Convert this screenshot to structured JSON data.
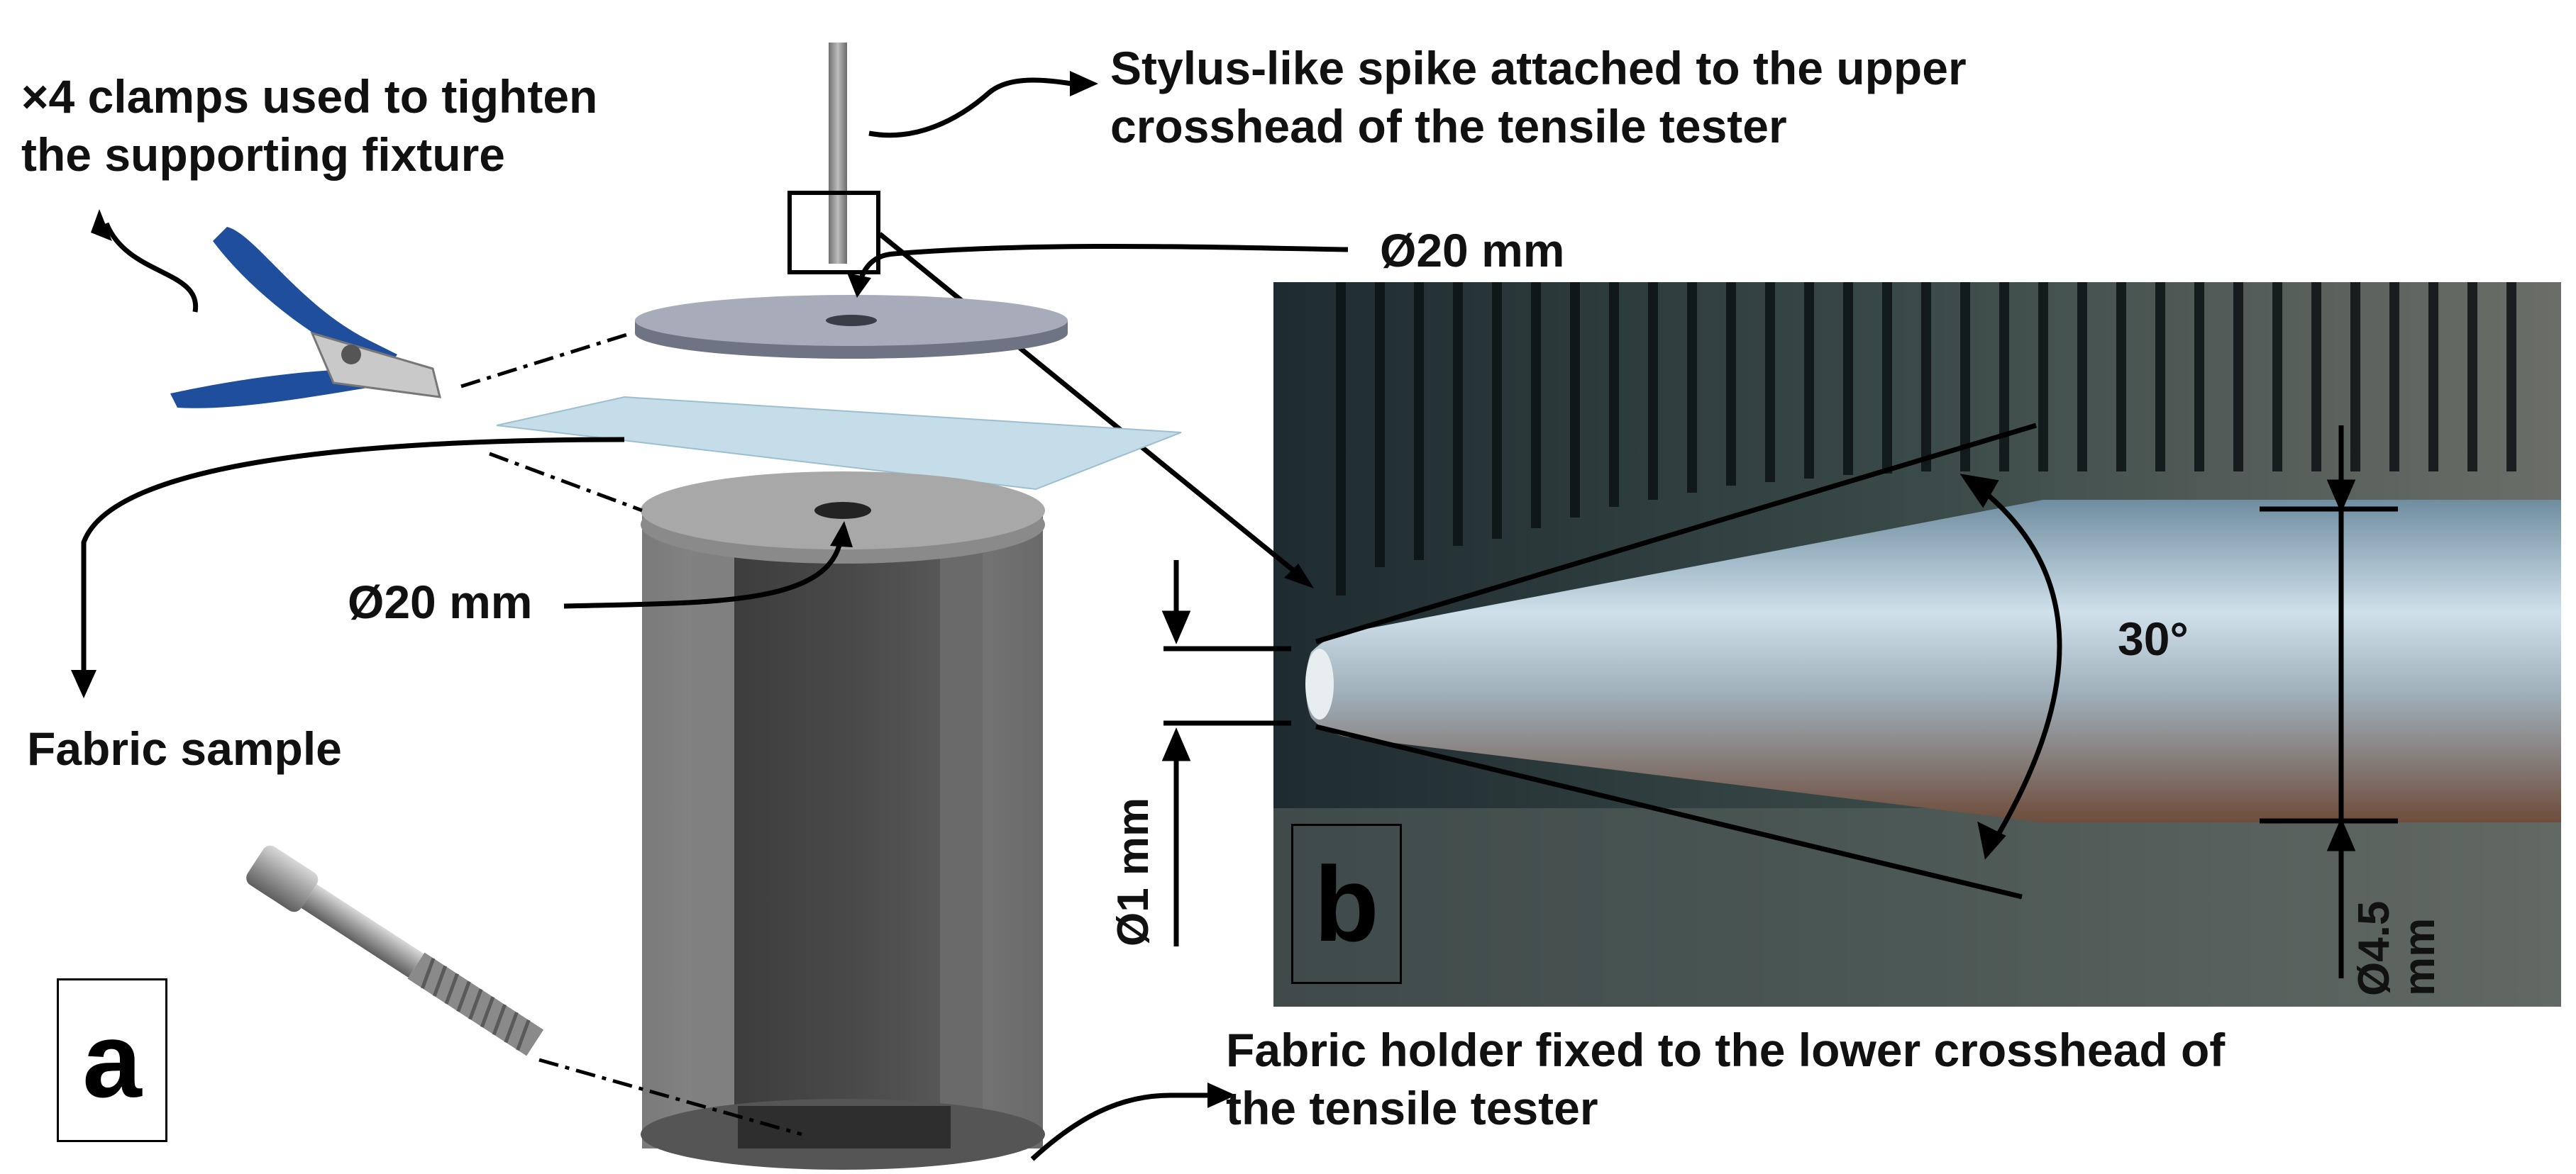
{
  "labels": {
    "clamps": [
      "×4 clamps used to tighten",
      "the supporting fixture"
    ],
    "stylus": [
      "Stylus-like spike attached to the upper",
      "crosshead of the tensile tester"
    ],
    "top_diameter": "Ø20 mm",
    "holder_diameter": "Ø20 mm",
    "fabric_sample": "Fabric sample",
    "holder": [
      "Fabric holder fixed to the lower crosshead of",
      "the tensile tester"
    ],
    "angle": "30°",
    "tip_diameter": "Ø1 mm",
    "shaft_diameter": [
      "Ø4.5",
      "mm"
    ],
    "panel_a": "a",
    "panel_b": "b"
  },
  "colors": {
    "holder_gray": "#5a5a5a",
    "plate_gray": "#8e93a3",
    "fabric_blue": "#b8d6e6",
    "clamp_blue": "#1f4f9c",
    "photo_bg": "#2f3c38",
    "steel": "#a9b8c4"
  },
  "icons": [
    "clamp-icon",
    "screw-icon",
    "spike-icon",
    "holder-icon",
    "plate-icon",
    "fabric-sheet-icon"
  ]
}
